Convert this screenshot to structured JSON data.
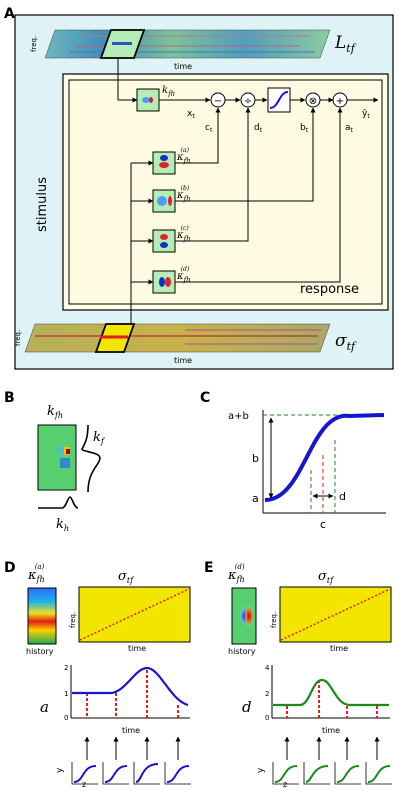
{
  "panelA": {
    "letter": "A",
    "L_label": "L",
    "L_sub": "tf",
    "freq": "freq.",
    "time": "time",
    "stimulus": "stimulus",
    "response": "response",
    "k_label": "k",
    "k_sub": "fh",
    "kappa": "κ",
    "kappa_sub": "fh",
    "kappa_sup": [
      "(a)",
      "(b)",
      "(c)",
      "(d)"
    ],
    "x_label": "x",
    "x_sub": "t",
    "c_label": "c",
    "c_sub": "t",
    "d_label": "d",
    "d_sub": "t",
    "b_label": "b",
    "b_sub": "t",
    "a_label": "a",
    "a_sub": "t",
    "yhat_label": "ŷ",
    "yhat_sub": "t",
    "ops": [
      "−",
      "÷",
      "⊗",
      "+"
    ],
    "sigma_label": "σ",
    "sigma_sub": "tf"
  },
  "panelB": {
    "letter": "B",
    "k_label": "k",
    "k_sub": "fh",
    "kf_label": "k",
    "kf_sub": "f",
    "kh_label": "k",
    "kh_sub": "h"
  },
  "panelC": {
    "letter": "C",
    "top": "a+b",
    "b": "b",
    "a": "a",
    "c": "c",
    "d": "d"
  },
  "panelD": {
    "letter": "D",
    "kappa": "κ",
    "kappa_sub": "fh",
    "kappa_sup": "(a)",
    "sigma": "σ",
    "sigma_sub": "tf",
    "history": "history",
    "freq": "freq.",
    "time": "time",
    "ylabel": "a",
    "ticks": [
      "2",
      "1",
      "0"
    ],
    "y": "y",
    "z": "z",
    "curve_color": "#1515d0"
  },
  "panelE": {
    "letter": "E",
    "kappa": "κ",
    "kappa_sub": "fh",
    "kappa_sup": "(d)",
    "sigma": "σ",
    "sigma_sub": "tf",
    "history": "history",
    "freq": "freq.",
    "time": "time",
    "ylabel": "d",
    "ticks": [
      "4",
      "2",
      "0"
    ],
    "y": "y",
    "z": "z",
    "curve_color": "#1a8a1a"
  }
}
